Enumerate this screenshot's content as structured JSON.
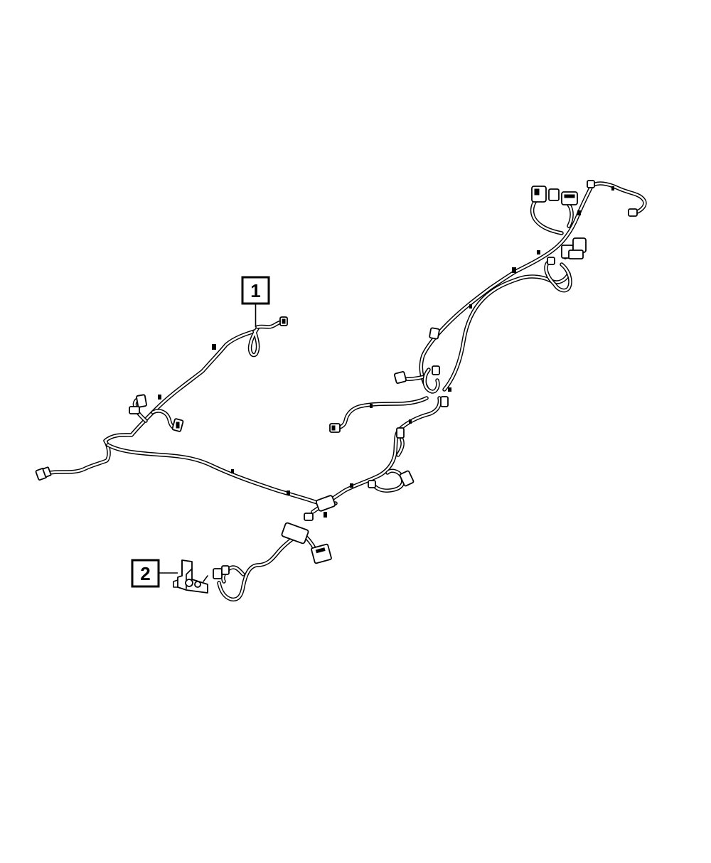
{
  "callouts": [
    {
      "label": "1",
      "part": "wiring-harness"
    },
    {
      "label": "2",
      "part": "mounting-bracket"
    }
  ],
  "colors": {
    "line": "#000000",
    "background": "#ffffff"
  }
}
